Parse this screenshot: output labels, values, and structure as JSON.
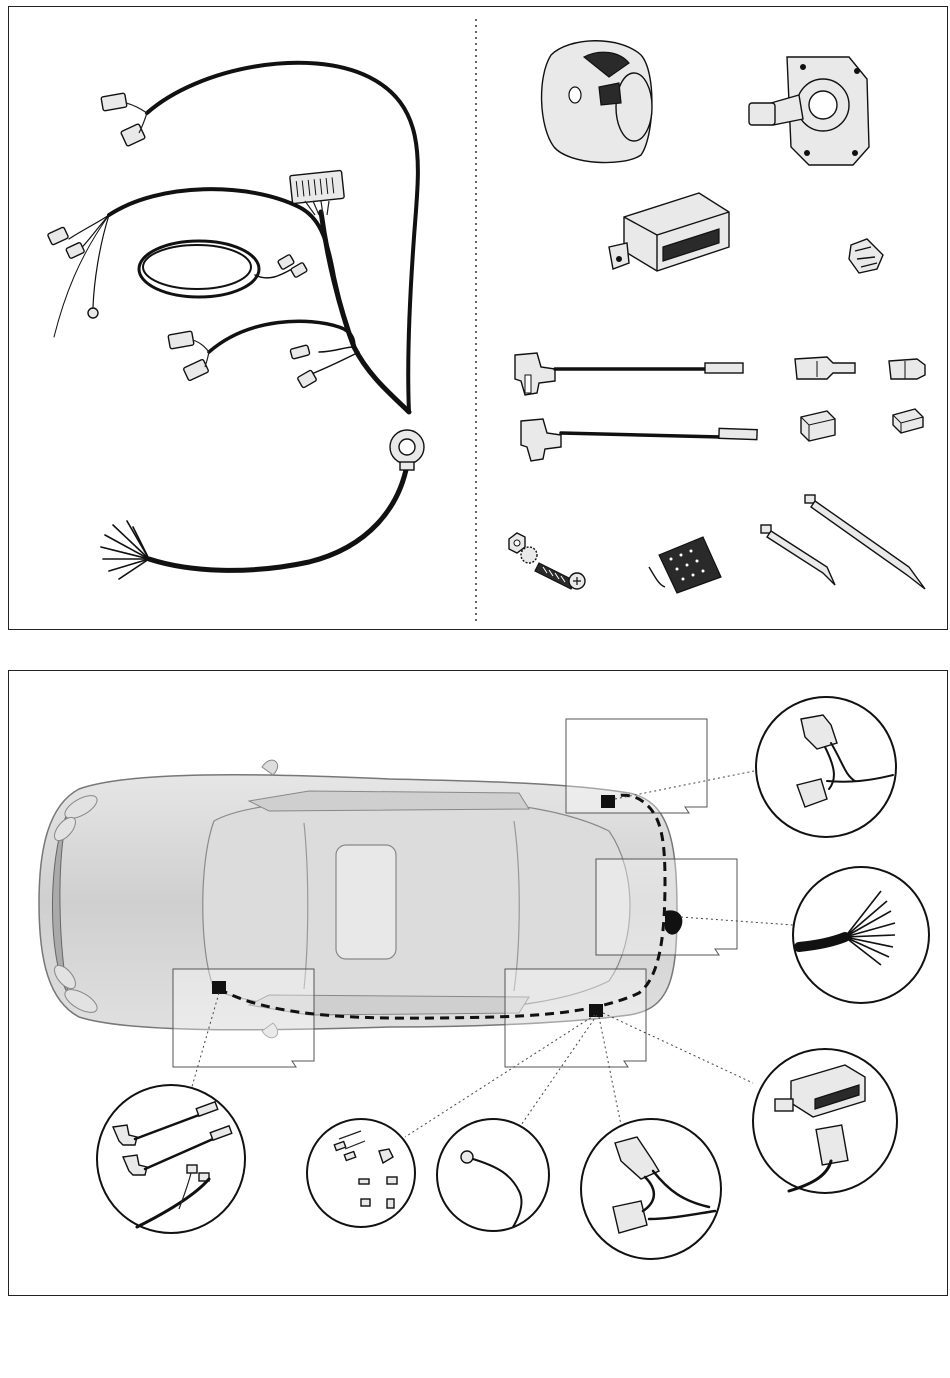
{
  "diagram": {
    "colors": {
      "line": "#111111",
      "car_body": "#d9d9d9",
      "car_shade": "#bdbdbd",
      "background": "#ffffff"
    },
    "top_panel": {
      "harness_parts": [
        "main-wiring-harness",
        "grommet",
        "multi-pin-connector",
        "open-wire-ends"
      ],
      "kit_parts": [
        "13-pin-socket",
        "socket-mounting-plate",
        "control-module",
        "clip-bundle",
        "fuse-tap-cable-1",
        "fuse-tap-cable-2",
        "spade-connector",
        "bullet-connector",
        "square-connector-1",
        "square-connector-2",
        "bolt-nut-washer",
        "adhesive-pad",
        "cable-tie-short",
        "cable-tie-long"
      ]
    },
    "bottom_panel": {
      "view": "car-top-view",
      "routing": "dashed-cable-route",
      "detail_bubbles": [
        "rear-connectors",
        "rear-socket-wires",
        "module-connection",
        "tail-light-connectors",
        "ground-eyelet",
        "splice-connectors",
        "front-fuse-taps"
      ]
    }
  }
}
